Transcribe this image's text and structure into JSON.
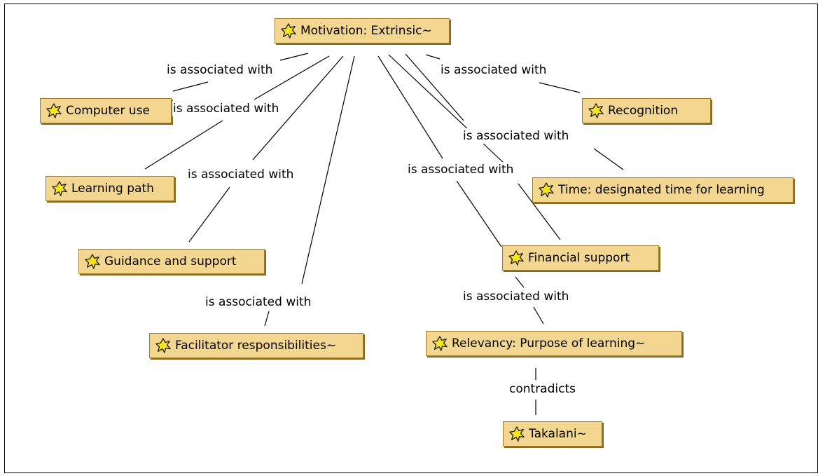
{
  "concept_map": {
    "nodes": {
      "motivation": "Motivation: Extrinsic~",
      "computer_use": "Computer use",
      "learning_path": "Learning path",
      "guidance": "Guidance and support",
      "facilitator": "Facilitator responsibilities~",
      "recognition": "Recognition",
      "time": "Time: designated time for learning",
      "financial": "Financial support",
      "relevancy": "Relevancy: Purpose of learning~",
      "takalani": "Takalani~"
    },
    "links": {
      "computer_use": "is associated with",
      "learning_path": "is associated with",
      "guidance": "is associated with",
      "facilitator": "is associated with",
      "recognition": "is associated with",
      "time": "is associated with",
      "financial": "is associated with",
      "relevancy": "is associated with",
      "takalani": "contradicts"
    },
    "node_icon": "concept-node-icon",
    "colors": {
      "node_fill": "#f3d68f",
      "node_border": "#a07a28",
      "icon_fill": "#f7e51a"
    }
  }
}
